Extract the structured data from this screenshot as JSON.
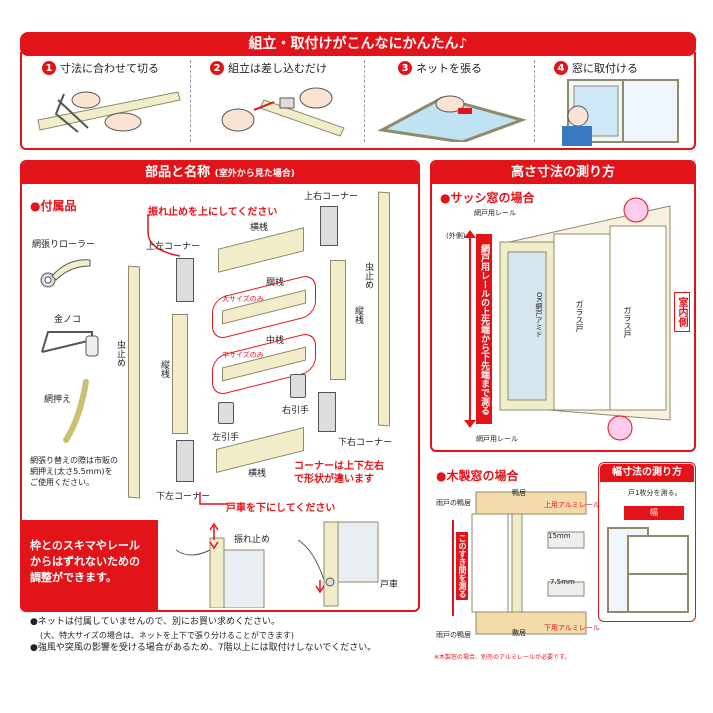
{
  "top_banner": "組立・取付けがこんなにかんたん♪",
  "steps": [
    {
      "num": "1",
      "label": "寸法に合わせて切る"
    },
    {
      "num": "2",
      "label": "組立は差し込むだけ"
    },
    {
      "num": "3",
      "label": "ネットを張る"
    },
    {
      "num": "4",
      "label": "窓に取付ける"
    }
  ],
  "parts": {
    "title": "部品と名称",
    "title_note": "(室外から見た場合)",
    "accessories_heading": "●付属品",
    "roller": "網張りローラー",
    "saw": "金ノコ",
    "spline": "網押え",
    "spline_note_1": "網張り替えの際は市販の",
    "spline_note_2": "網押え(太さ5.5mm)を",
    "spline_note_3": "ご使用ください。",
    "anti_sway_note": "振れ止めを上にしてください",
    "upper_left_corner": "上左コーナー",
    "upper_right_corner": "上右コーナー",
    "horizontal_beam_top": "横桟",
    "middle_beam_1": "胴桟",
    "middle_beam_1_tag": "大サイズのみ",
    "middle_beam_2": "中桟",
    "middle_beam_2_tag": "中サイズのみ",
    "vertical_beam_left": "縦桟",
    "vertical_beam_right": "縦桟",
    "bug_stop_left": "虫止め",
    "bug_stop_right": "虫止め",
    "right_handle": "右引手",
    "left_handle": "左引手",
    "lower_right_corner": "下右コーナー",
    "lower_left_corner": "下左コーナー",
    "horizontal_beam_bottom": "横桟",
    "corner_note_1": "コーナーは上下左右",
    "corner_note_2": "で形状が違います",
    "roller_note": "戸車を下にしてください",
    "adjust_note_1": "枠とのスキマやレール",
    "adjust_note_2": "からはずれないための",
    "adjust_note_3": "調整ができます。",
    "anti_sway": "振れ止め",
    "door_roller": "戸車"
  },
  "height": {
    "title": "高さ寸法の測り方",
    "sash_heading": "●サッシ窓の場合",
    "screen_rail_top": "網戸用レール",
    "outside": "(外側)",
    "measure_note": "網戸用レールの上先端から下先端まで測る",
    "ok_label": "OK網戸アミド",
    "glass_door_1": "ガラス戸",
    "glass_door_2": "ガラス戸",
    "indoor": "室内側",
    "screen_rail_bottom": "網戸用レール",
    "wood_heading": "●木製窓の場合",
    "amado_top": "雨戸の鴨居",
    "kamoi": "鴨居",
    "upper_rail": "上用アルミレール",
    "dim_15": "15mm",
    "dim_7_5": "7.5mm",
    "wood_measure": "このすき間を測る",
    "lower_rail": "下用アルミレール",
    "amado_bottom": "雨戸の鴨居",
    "shikii": "敷居",
    "wood_note": "※木製窓の場合、別売のアルミレールが必要です。",
    "width_title": "幅寸法の測り方",
    "width_note": "戸1枚分を測る。",
    "width_label": "幅"
  },
  "notes": [
    "●ネットは付属していませんので、別にお買い求めください。",
    "(大、特大サイズの場合は、ネットを上下で張り分けることができます)",
    "●強風や突風の影響を受ける場合があるため、7階以上には取付けしないでください。"
  ],
  "colors": {
    "accent": "#e2141a",
    "beam": "#f1ecc9",
    "bullet": "#1f4ea3"
  }
}
